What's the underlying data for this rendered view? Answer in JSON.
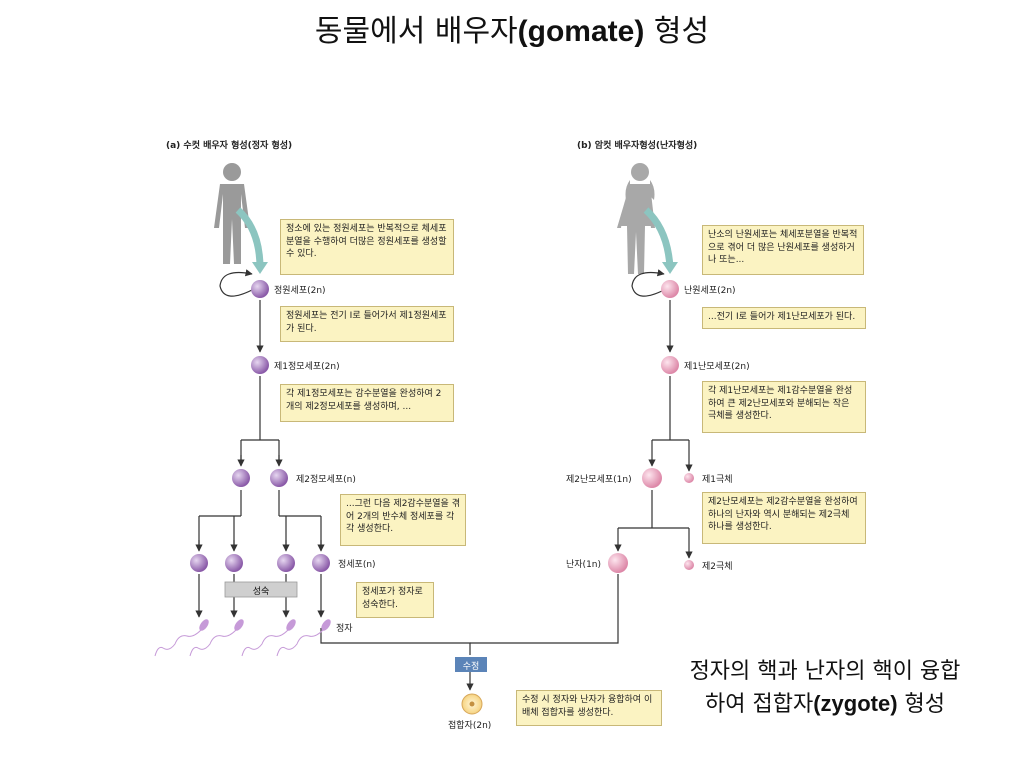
{
  "title": {
    "korean": "동물에서 배우자",
    "english": "(gomate)",
    "suffix": " 형성"
  },
  "male": {
    "header": "(a) 수컷 배우자 형성(정자 형성)",
    "box1": "정소에 있는 정원세포는 반복적으로 체세포분열을 수행하여 더많은 정원세포를 생성할 수 있다.",
    "cell1": "정원세포(2n)",
    "box2": "정원세포는 전기 I로 들어가서 제1정원세포가 된다.",
    "cell2": "제1정모세포(2n)",
    "box3": "각 제1정모세포는 감수분열을 완성하여 2개의 제2정모세포를 생성하며, ...",
    "cell3": "제2정모세포(n)",
    "box4": "...그런 다음 제2감수분열을 겪어 2개의 반수체 정세포를 각각 생성한다.",
    "cell4": "정세포(n)",
    "maturation": "성숙",
    "box5": "정세포가 정자로 성숙한다.",
    "sperm": "정자"
  },
  "female": {
    "header": "(b) 암컷 배우자형성(난자형성)",
    "box1": "난소의 난원세포는 체세포분열을 반복적으로 겪어 더 많은 난원세포를 생성하거나 또는...",
    "cell1": "난원세포(2n)",
    "box2": "...전기 I로 들어가 제1난모세포가 된다.",
    "cell2": "제1난모세포(2n)",
    "box3": "각 제1난모세포는 제1감수분열을 완성하여 큰 제2난모세포와 분해되는 작은 극체를 생성한다.",
    "cell3": "제2난모세포(1n)",
    "polar1": "제1극체",
    "box4": "제2난모세포는 제2감수분열을 완성하여 하나의 난자와 역시 분해되는 제2극체 하나를 생성한다.",
    "egg": "난자(1n)",
    "polar2": "제2극체"
  },
  "fertilization": {
    "label": "수정",
    "box": "수정 시 정자와 난자가 융합하여 이배체 접합자를 생성한다.",
    "zygote": "접합자(2n)"
  },
  "caption": {
    "line1": "정자의 핵과 난자의 핵이 융합",
    "line2_pre": "하여 접합자",
    "line2_en": "(zygote)",
    "line2_post": " 형성"
  },
  "colors": {
    "male_cell": "#9a6fb6",
    "female_cell": "#e49ab4",
    "box_bg": "#fbf3c2",
    "fert_tag": "#5b84b8",
    "arrow_teal": "#8cc5c0"
  }
}
